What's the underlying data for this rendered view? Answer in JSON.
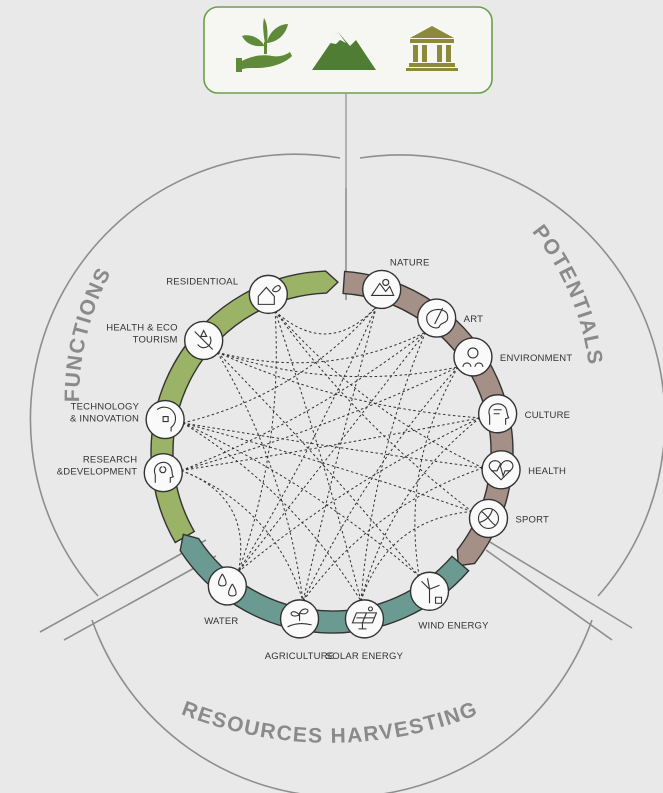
{
  "section_titles": {
    "functions": "FUNCTIONS",
    "potentials": "POTENTIALS",
    "resources": "RESOURCES HARVESTING"
  },
  "top_icons": [
    "hand-plant-icon",
    "mountain-icon",
    "institution-icon"
  ],
  "colors": {
    "background": "#e9e9e9",
    "functions": "#9bb366",
    "potentials": "#a59087",
    "resources": "#6b9a92",
    "top_icon": "#5e8a3a"
  },
  "nodes": [
    {
      "id": "residential",
      "group": "functions",
      "icon": "house-plant-icon",
      "label": [
        "RESIDENTIOAL"
      ]
    },
    {
      "id": "eco-tourism",
      "group": "functions",
      "icon": "tourism-icon",
      "label": [
        "HEALTH & ECO",
        "TOURISM"
      ]
    },
    {
      "id": "technology",
      "group": "functions",
      "icon": "tech-hand-icon",
      "label": [
        "TECHNOLOGY",
        "& INNOVATION"
      ]
    },
    {
      "id": "research",
      "group": "functions",
      "icon": "research-head-icon",
      "label": [
        "RESEARCH",
        "&DEVELOPMENT"
      ]
    },
    {
      "id": "nature",
      "group": "potentials",
      "icon": "nature-icon",
      "label": [
        "NATURE"
      ]
    },
    {
      "id": "art",
      "group": "potentials",
      "icon": "palette-icon",
      "label": [
        "ART"
      ]
    },
    {
      "id": "environment",
      "group": "potentials",
      "icon": "environment-icon",
      "label": [
        "ENVIRONMENT"
      ]
    },
    {
      "id": "culture",
      "group": "potentials",
      "icon": "culture-head-icon",
      "label": [
        "CULTURE"
      ]
    },
    {
      "id": "health",
      "group": "potentials",
      "icon": "heart-pulse-icon",
      "label": [
        "HEALTH"
      ]
    },
    {
      "id": "sport",
      "group": "potentials",
      "icon": "sport-ball-icon",
      "label": [
        "SPORT"
      ]
    },
    {
      "id": "water",
      "group": "resources",
      "icon": "water-drops-icon",
      "label": [
        "WATER"
      ]
    },
    {
      "id": "agriculture",
      "group": "resources",
      "icon": "seedling-hand-icon",
      "label": [
        "AGRICULTURE"
      ]
    },
    {
      "id": "solar",
      "group": "resources",
      "icon": "solar-panel-icon",
      "label": [
        "SOLAR ENERGY"
      ]
    },
    {
      "id": "wind",
      "group": "resources",
      "icon": "wind-turbine-icon",
      "label": [
        "WIND ENERGY"
      ]
    }
  ],
  "links": [
    [
      "residential",
      "nature"
    ],
    [
      "residential",
      "sport"
    ],
    [
      "residential",
      "water"
    ],
    [
      "residential",
      "solar"
    ],
    [
      "residential",
      "health"
    ],
    [
      "eco-tourism",
      "culture"
    ],
    [
      "eco-tourism",
      "environment"
    ],
    [
      "eco-tourism",
      "wind"
    ],
    [
      "eco-tourism",
      "agriculture"
    ],
    [
      "eco-tourism",
      "art"
    ],
    [
      "technology",
      "health"
    ],
    [
      "technology",
      "sport"
    ],
    [
      "technology",
      "solar"
    ],
    [
      "technology",
      "wind"
    ],
    [
      "technology",
      "nature"
    ],
    [
      "research",
      "culture"
    ],
    [
      "research",
      "environment"
    ],
    [
      "research",
      "agriculture"
    ],
    [
      "research",
      "water"
    ],
    [
      "research",
      "art"
    ],
    [
      "nature",
      "water"
    ],
    [
      "nature",
      "agriculture"
    ],
    [
      "art",
      "solar"
    ],
    [
      "art",
      "water"
    ],
    [
      "environment",
      "agriculture"
    ],
    [
      "culture",
      "water"
    ],
    [
      "health",
      "agriculture"
    ],
    [
      "sport",
      "solar"
    ],
    [
      "environment",
      "wind"
    ],
    [
      "culture",
      "solar"
    ]
  ]
}
